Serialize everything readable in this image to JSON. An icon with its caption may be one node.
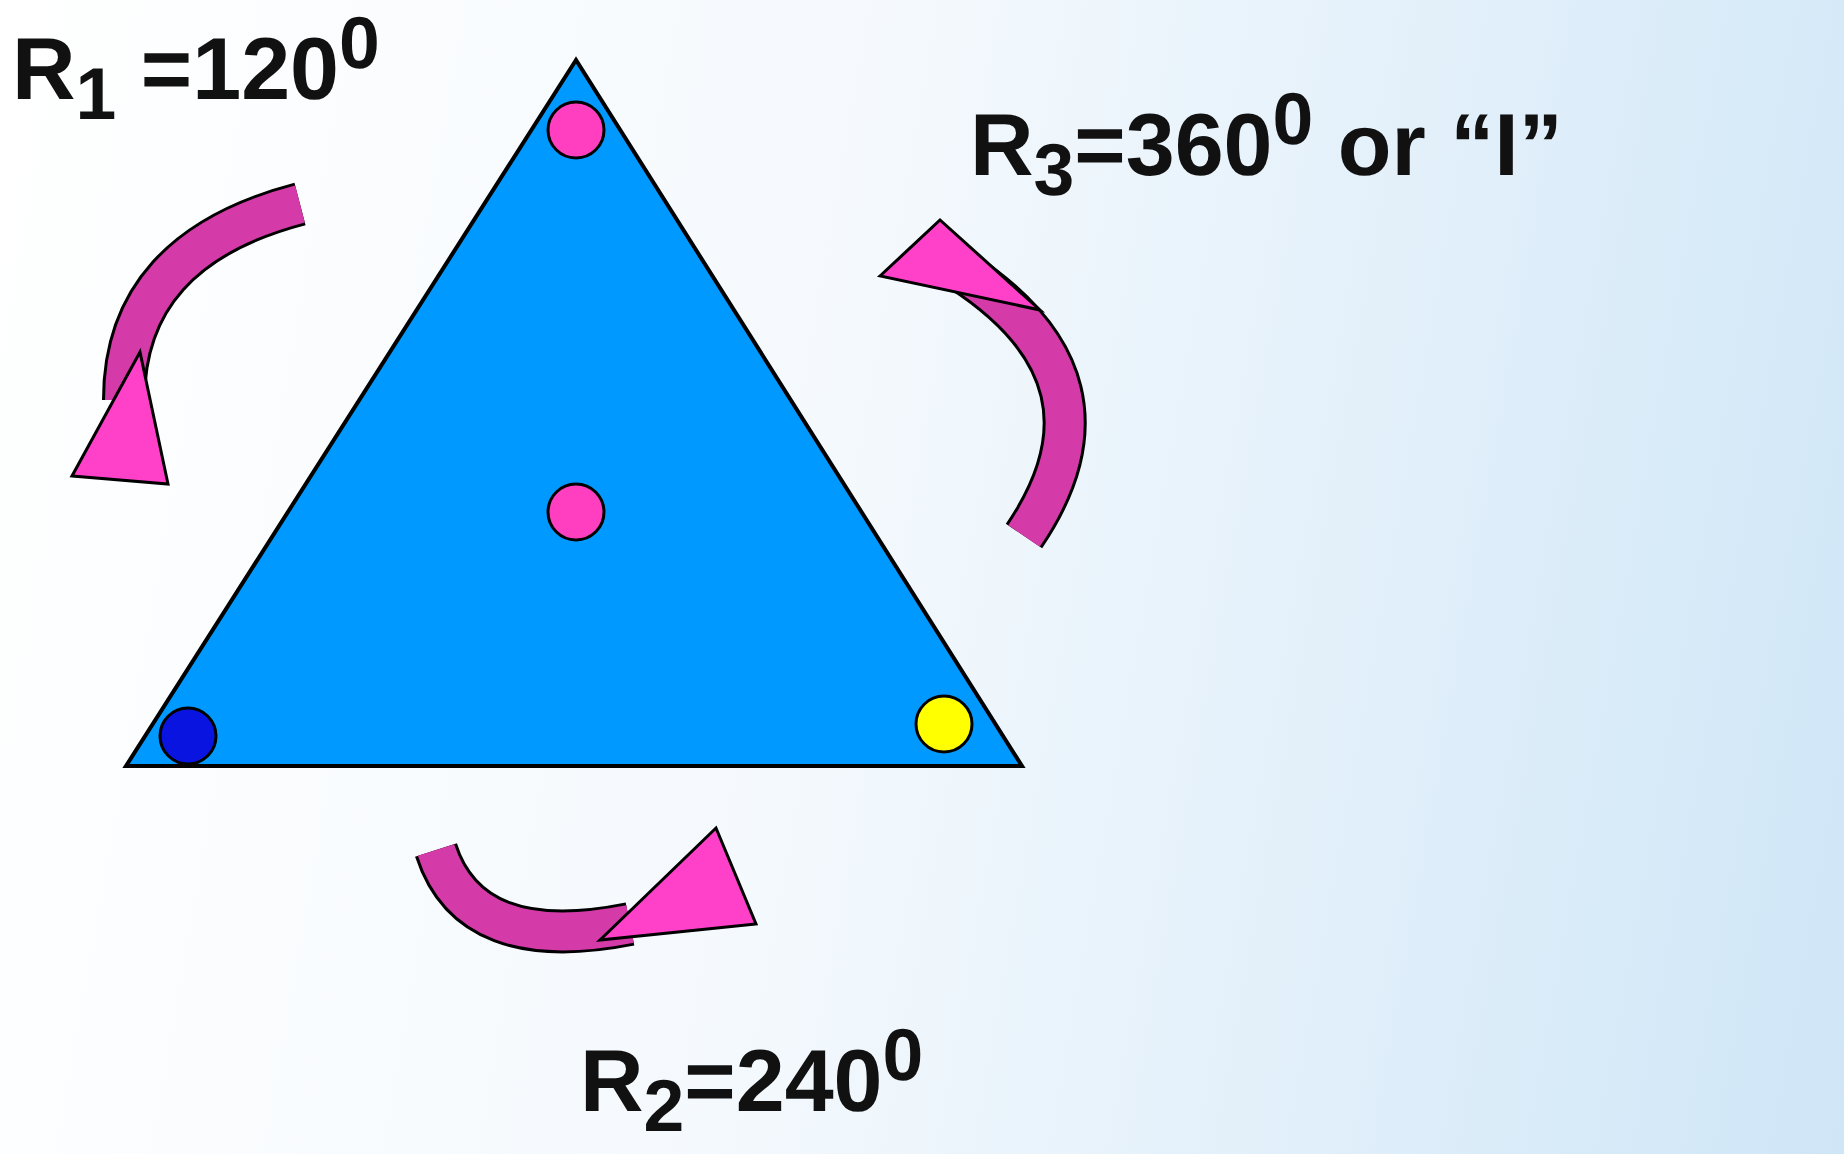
{
  "diagram": {
    "labels": [
      "R$_{1}$ =120$^{0}$",
      "R$_{3}$=360$^{0}$ or “I”",
      "R$_{2}$=240$^{0}$"
    ]
  }
}
